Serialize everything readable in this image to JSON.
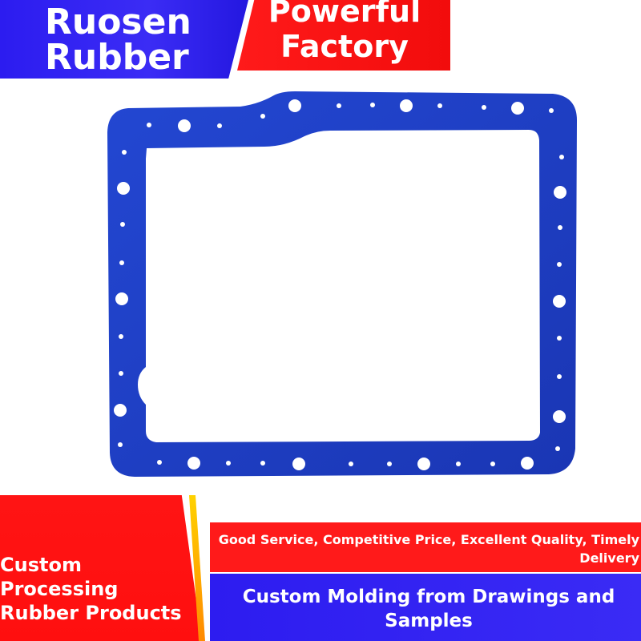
{
  "banner_top_left": {
    "line1": "Ruosen",
    "line2": "Rubber"
  },
  "banner_top_right": {
    "line1": "Powerful",
    "line2": "Factory"
  },
  "bottom_left": {
    "line1": "Custom Processing",
    "line2": "Rubber Products"
  },
  "slogan": {
    "text": "Good Service, Competitive Price, Excellent Quality, Timely Delivery"
  },
  "molding": {
    "text": "Custom Molding from Drawings and Samples"
  },
  "colors": {
    "brand_blue": "#2c1cf0",
    "accent_red": "#ff1a1a",
    "gasket_blue": "#1e40c8",
    "accent_yellow": "#ffd200"
  },
  "product": {
    "icon": "rubber-gasket-icon"
  }
}
